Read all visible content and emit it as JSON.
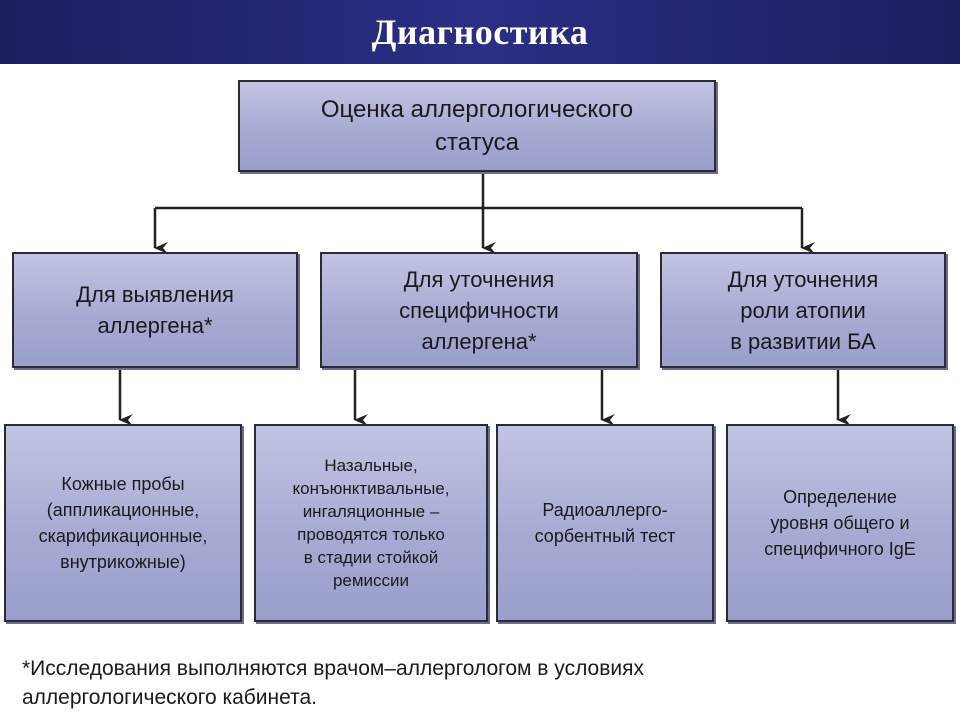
{
  "title": "Диагностика",
  "root": {
    "label": "Оценка аллергологического\nстатуса"
  },
  "middle": [
    {
      "label": "Для выявления\nаллергена*"
    },
    {
      "label": "Для уточнения\nспецифичности\nаллергена*"
    },
    {
      "label": "Для уточнения\nроли атопии\nв развитии БА"
    }
  ],
  "bottom": [
    {
      "label": "Кожные пробы\n(аппликационные,\nскарификационные,\nвнутрикожные)"
    },
    {
      "label": "Назальные,\nконъюнктивальные,\nингаляционные –\nпроводятся только\nв стадии стойкой\nремиссии"
    },
    {
      "label": "Радиоаллерго-\nсорбентный тест"
    },
    {
      "label": "Определение\nуровня общего и\nспецифичного IgE"
    }
  ],
  "footnote": "*Исследования выполняются врачом–аллергологом в условиях\nаллергологического кабинета.",
  "colors": {
    "title_bar": "#2a2f86",
    "box_fill": "#a7abd3",
    "box_border": "#2b2b33",
    "connector": "#222222"
  }
}
